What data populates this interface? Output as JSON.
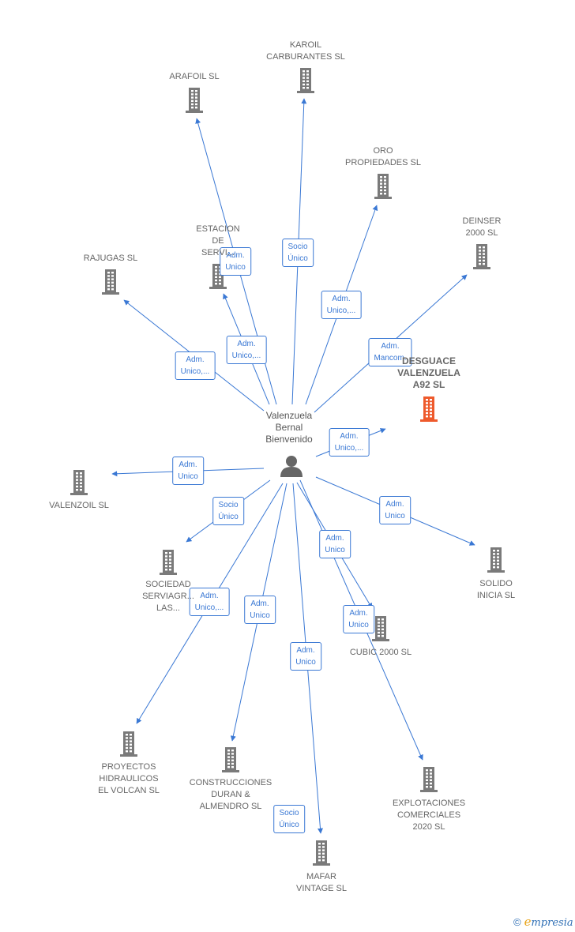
{
  "colors": {
    "edge": "#3a78d4",
    "building": "#7a7a7a",
    "highlight": "#ee5a2c",
    "person": "#666666"
  },
  "center": {
    "label": "Valenzuela\nBernal\nBienvenido",
    "icon": "person-icon"
  },
  "companies": [
    {
      "id": "karoil",
      "label": "KAROIL\nCARBURANTES SL",
      "highlight": false
    },
    {
      "id": "arafoil",
      "label": "ARAFOIL  SL",
      "highlight": false
    },
    {
      "id": "oro",
      "label": "ORO\nPROPIEDADES SL",
      "highlight": false
    },
    {
      "id": "deinser",
      "label": "DEINSER\n2000  SL",
      "highlight": false
    },
    {
      "id": "estacion",
      "label": "ESTACION\nDE\nSERVI...",
      "highlight": false
    },
    {
      "id": "rajugas",
      "label": "RAJUGAS SL",
      "highlight": false
    },
    {
      "id": "desguace",
      "label": "DESGUACE\nVALENZUELA\nA92  SL",
      "highlight": true
    },
    {
      "id": "valenzoil",
      "label": "VALENZOIL  SL",
      "highlight": false
    },
    {
      "id": "sociedad",
      "label": "SOCIEDAD\nSERVIAGR...\nLAS...",
      "highlight": false
    },
    {
      "id": "solido",
      "label": "SOLIDO\nINICIA  SL",
      "highlight": false
    },
    {
      "id": "cubic",
      "label": "CUBIC 2000 SL",
      "highlight": false
    },
    {
      "id": "proyectos",
      "label": "PROYECTOS\nHIDRAULICOS\nEL VOLCAN  SL",
      "highlight": false
    },
    {
      "id": "construcciones",
      "label": "CONSTRUCCIONES\nDURAN &\nALMENDRO SL",
      "highlight": false
    },
    {
      "id": "explotaciones",
      "label": "EXPLOTACIONES\nCOMERCIALES\n2020  SL",
      "highlight": false
    },
    {
      "id": "mafar",
      "label": "MAFAR\nVINTAGE SL",
      "highlight": false
    }
  ],
  "relations": [
    {
      "to": "karoil",
      "role": "Socio\nÚnico"
    },
    {
      "to": "arafoil",
      "role": "Adm.\nUnico"
    },
    {
      "to": "oro",
      "role": "Adm.\nUnico,..."
    },
    {
      "to": "deinser",
      "role": "Adm.\nMancom."
    },
    {
      "to": "estacion",
      "role": "Adm.\nUnico,..."
    },
    {
      "to": "rajugas",
      "role": "Adm.\nUnico,..."
    },
    {
      "to": "desguace",
      "role": "Adm.\nUnico,..."
    },
    {
      "to": "valenzoil",
      "role": "Adm.\nUnico"
    },
    {
      "to": "sociedad",
      "role": "Socio\nÚnico"
    },
    {
      "to": "solido",
      "role": "Adm.\nUnico"
    },
    {
      "to": "cubic",
      "role": "Adm.\nUnico"
    },
    {
      "to": "explotaciones",
      "role": "Adm.\nUnico"
    },
    {
      "to": "proyectos",
      "role": "Adm.\nUnico,..."
    },
    {
      "to": "construcciones",
      "role": "Adm.\nUnico"
    },
    {
      "to": "mafar",
      "role": "Adm.\nUnico"
    },
    {
      "to": "mafar",
      "role": "Socio\nÚnico"
    }
  ],
  "footer": {
    "copyright": "©",
    "brand_first": "e",
    "brand_rest": "mpresia"
  }
}
